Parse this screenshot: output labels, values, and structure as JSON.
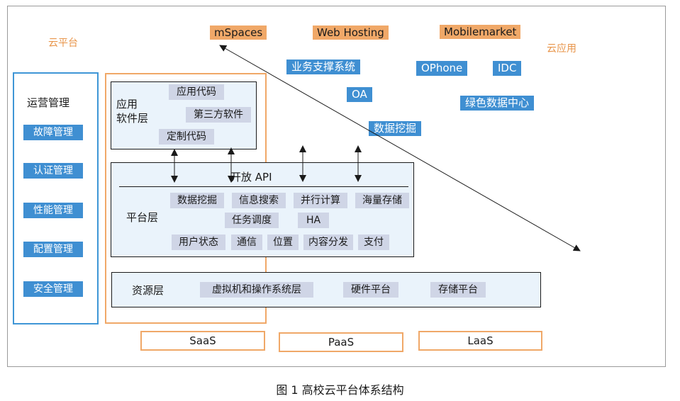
{
  "labels": {
    "cloud_platform": "云平台",
    "cloud_app": "云应用"
  },
  "apps_orange": [
    "mSpaces",
    "Web Hosting",
    "Mobilemarket"
  ],
  "apps_blue": [
    "业务支撑系统",
    "OPhone",
    "IDC",
    "OA",
    "绿色数据中心",
    "数据挖掘"
  ],
  "ops": {
    "title": "运营管理",
    "items": [
      "故障管理",
      "认证管理",
      "性能管理",
      "配置管理",
      "安全管理"
    ]
  },
  "app_layer": {
    "label": "应用\n软件层",
    "items": [
      "应用代码",
      "第三方软件",
      "定制代码"
    ]
  },
  "platform_layer": {
    "api": "开放 API",
    "label": "平台层",
    "items": [
      "数据挖掘",
      "信息搜索",
      "并行计算",
      "海量存储",
      "任务调度",
      "HA",
      "用户状态",
      "通信",
      "位置",
      "内容分发",
      "支付"
    ]
  },
  "resource_layer": {
    "label": "资源层",
    "items": [
      "虚拟机和操作系统层",
      "硬件平台",
      "存储平台"
    ]
  },
  "services": [
    "SaaS",
    "PaaS",
    "LaaS"
  ],
  "caption": "图 1  高校云平台体系结构",
  "colors": {
    "orange": "#f0a868",
    "blue": "#3f8fd2",
    "grey_tag": "#cfd5e6",
    "layer_bg": "#eaf3fb"
  }
}
